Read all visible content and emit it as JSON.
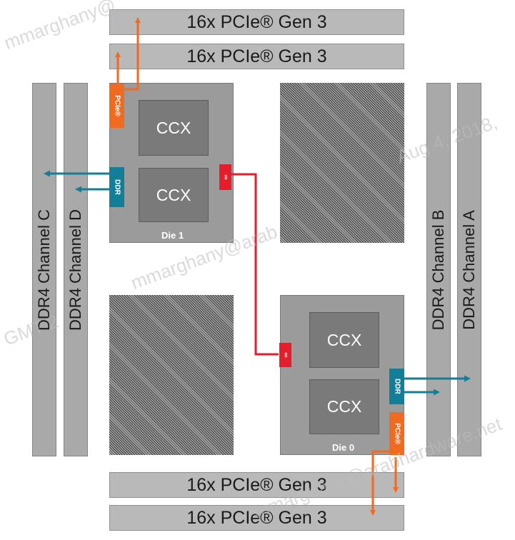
{
  "pcie_slots": {
    "top1": "16x PCIe® Gen 3",
    "top2": "16x PCIe® Gen 3",
    "bottom1": "16x PCIe® Gen 3",
    "bottom2": "16x PCIe® Gen 3"
  },
  "channels": {
    "c": "DDR4 Channel C",
    "d": "DDR4 Channel D",
    "b": "DDR4 Channel B",
    "a": "DDR4 Channel A"
  },
  "die1": {
    "label": "Die 1",
    "ccx1": "CCX",
    "ccx2": "CCX",
    "pcie": "PCIe®",
    "ddr": "DDR",
    "infinity": "∞"
  },
  "die0": {
    "label": "Die 0",
    "ccx1": "CCX",
    "ccx2": "CCX",
    "pcie": "PCIe®",
    "ddr": "DDR",
    "infinity": "∞"
  },
  "watermarks": {
    "w1": "mmarghany@",
    "w2": "mmarghany@arab",
    "w3": "GMT 2",
    "w4": "Aug 4, 2018,",
    "w5": "mmarghany@arabhardware.net"
  },
  "colors": {
    "pcie": "#f06a1f",
    "ddr": "#127e97",
    "infinity_fabric": "#e61d2a"
  }
}
